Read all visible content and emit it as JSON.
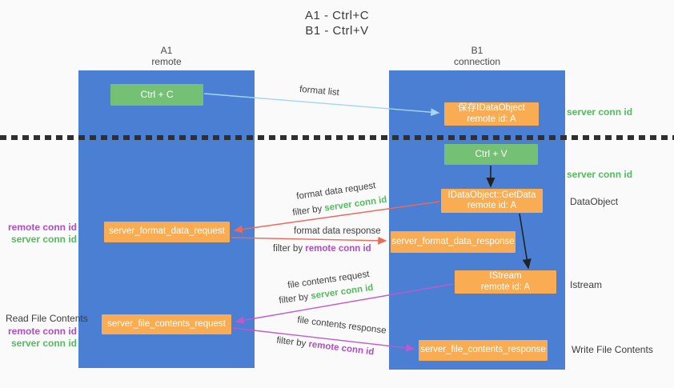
{
  "title": {
    "line1": "A1 - Ctrl+C",
    "line2": "B1 - Ctrl+V"
  },
  "lanes": {
    "a1": {
      "title": "A1",
      "subtitle": "remote"
    },
    "b1": {
      "title": "B1",
      "subtitle": "connection"
    }
  },
  "nodes": {
    "ctrl_c": "Ctrl + C",
    "ctrl_v": "Ctrl + V",
    "save_idataobject_line1": "保存IDataObject",
    "save_idataobject_line2": "remote id: A",
    "getdata_line1": "IDataObject::GetData",
    "getdata_line2": "remote id: A",
    "istream_line1": "IStream",
    "istream_line2": "remote id: A",
    "format_request": "server_format_data_request",
    "format_response": "server_format_data_response",
    "file_request": "server_file_contents_request",
    "file_response": "server_file_contents_response"
  },
  "labels": {
    "format_list": "format list",
    "format_data_request": "format data request",
    "format_data_response": "format data response",
    "file_contents_request": "file contents request",
    "file_contents_response": "file contents response",
    "filter_by": "filter by",
    "server_conn_id": "server conn id",
    "remote_conn_id": "remote conn id",
    "dataobject": "DataObject",
    "istream": "Istream",
    "read_file_contents": "Read File Contents",
    "write_file_contents": "Write File Contents"
  },
  "colors": {
    "lane_blue": "#4a7fd3",
    "node_orange": "#f9ac51",
    "button_green": "#74c175",
    "server_conn_green": "#54bb5e",
    "remote_conn_purple": "#ae4ec4",
    "arrow_red": "#ea6a5c",
    "arrow_purple": "#c058ce",
    "arrow_lightblue": "#a5d5f0",
    "arrow_black": "#222222"
  }
}
